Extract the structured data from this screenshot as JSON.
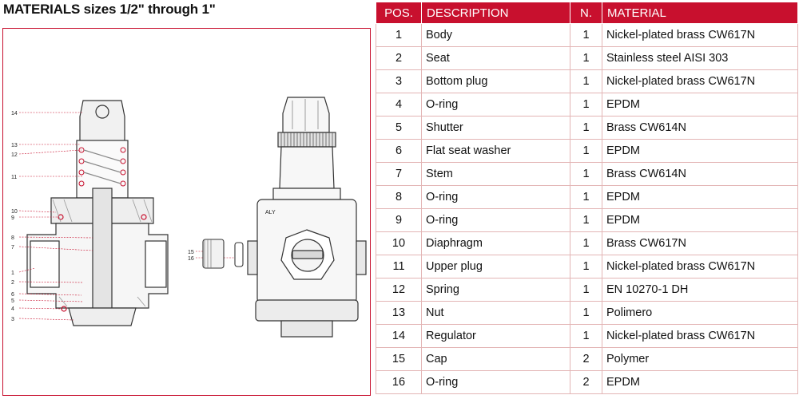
{
  "title": "MATERIALS sizes 1/2\" through 1\"",
  "table": {
    "headers": [
      "POS.",
      "DESCRIPTION",
      "N.",
      "MATERIAL"
    ],
    "rows": [
      [
        "1",
        "Body",
        "1",
        "Nickel-plated brass CW617N"
      ],
      [
        "2",
        "Seat",
        "1",
        "Stainless steel AISI 303"
      ],
      [
        "3",
        "Bottom plug",
        "1",
        "Nickel-plated brass CW617N"
      ],
      [
        "4",
        "O-ring",
        "1",
        "EPDM"
      ],
      [
        "5",
        "Shutter",
        "1",
        "Brass CW614N"
      ],
      [
        "6",
        "Flat seat washer",
        "1",
        "EPDM"
      ],
      [
        "7",
        "Stem",
        "1",
        "Brass CW614N"
      ],
      [
        "8",
        "O-ring",
        "1",
        "EPDM"
      ],
      [
        "9",
        "O-ring",
        "1",
        "EPDM"
      ],
      [
        "10",
        "Diaphragm",
        "1",
        "Brass CW617N"
      ],
      [
        "11",
        "Upper plug",
        "1",
        "Nickel-plated brass CW617N"
      ],
      [
        "12",
        "Spring",
        "1",
        "EN 10270-1 DH"
      ],
      [
        "13",
        "Nut",
        "1",
        "Polimero"
      ],
      [
        "14",
        "Regulator",
        "1",
        "Nickel-plated brass CW617N"
      ],
      [
        "15",
        "Cap",
        "2",
        "Polymer"
      ],
      [
        "16",
        "O-ring",
        "2",
        "EPDM"
      ]
    ]
  },
  "drawing": {
    "section_labels": [
      "14",
      "13",
      "12",
      "11",
      "10",
      "9",
      "8",
      "7",
      "1",
      "2",
      "6",
      "5",
      "4",
      "3"
    ],
    "cap_labels": [
      "15",
      "16"
    ],
    "body_marking": "ALY"
  },
  "colors": {
    "accent": "#c8102e",
    "table_border": "#e3b5b5"
  }
}
